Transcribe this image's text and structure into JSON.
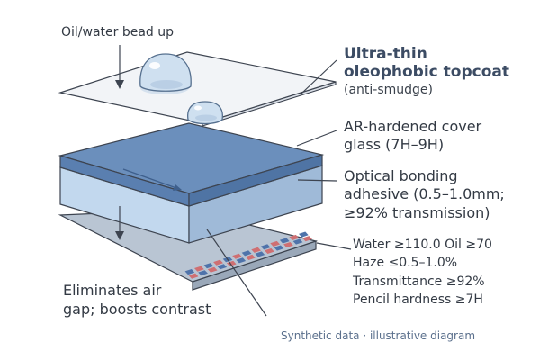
{
  "labels": {
    "bead": "Oil/water bead up",
    "topcoat_title_1": "Ultra-thin",
    "topcoat_title_2": "oleophobic topcoat",
    "topcoat_sub": "(anti-smudge)",
    "glass_1": "AR-hardened cover",
    "glass_2": "glass (7H–9H)",
    "bond_1": "Optical bonding",
    "bond_2": "adhesive (0.5–1.0mm;",
    "bond_3": "≥92% transmission)",
    "gap_1": "Eliminates air",
    "gap_2": "gap; boosts contrast"
  },
  "specs": [
    "Water  ≥110.0   Oil ≥70",
    "Haze  ≤0.5–1.0%",
    "Transmittance ≥92%",
    "Pencil hardness ≥7H"
  ],
  "footer": "Synthetic data · illustrative diagram",
  "colors": {
    "outline": "#3d4450",
    "topcoat": "#f2f4f7",
    "glass_top": "#6b8fbc",
    "glass_side": "#4f74a4",
    "adhesive_top": "#aac6e2",
    "adhesive_front": "#c2d8ee",
    "adhesive_side": "#9fbad8",
    "display_top": "#b9c5d3",
    "display_side": "#9aa8b9",
    "pixel_red": "#cf6f72",
    "pixel_blue": "#4f73aa"
  }
}
